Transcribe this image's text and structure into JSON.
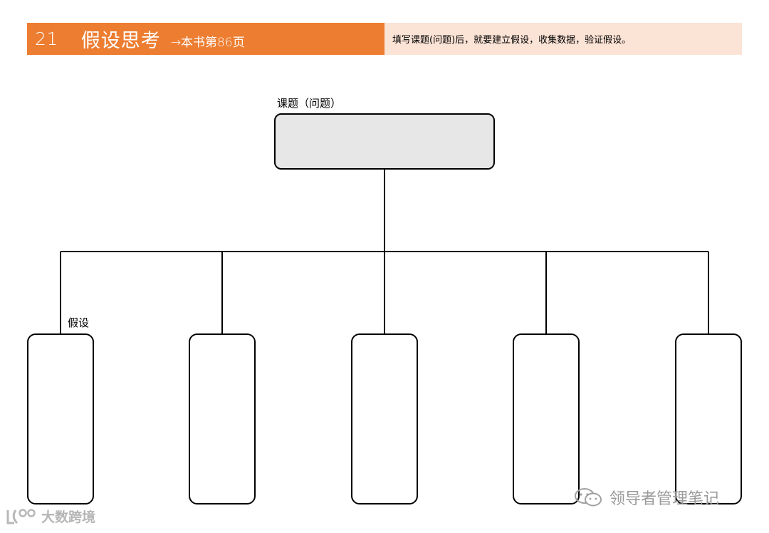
{
  "header": {
    "number": "21",
    "title": "假设思考",
    "reference": "→本书第86页",
    "description": "填写课题(问题)后，就要建立假设，收集数据，验证假设。"
  },
  "diagram": {
    "topic_label": "课题（问题）",
    "hypothesis_label": "假设",
    "hypothesis_boxes": 5
  },
  "colors": {
    "header_accent": "#ed7d31",
    "header_light": "#fbe3d6",
    "topic_fill": "#e7e7e7"
  },
  "watermarks": {
    "right_text": "领导者管理笔记",
    "right_icon": "wechat-icon",
    "left_text": "大数跨境",
    "left_icon": "logo-icon"
  }
}
